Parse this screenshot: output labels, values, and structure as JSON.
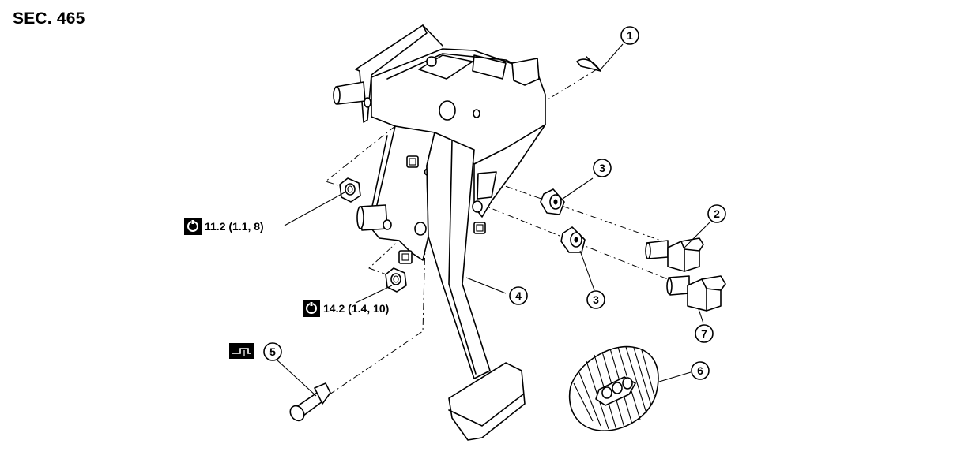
{
  "section_label": "SEC. 465",
  "callouts": [
    "1",
    "2",
    "3",
    "3",
    "4",
    "5",
    "6",
    "7"
  ],
  "torque_specs": [
    {
      "text": "11.2 (1.1, 8)",
      "icon": "wrench-torque-icon"
    },
    {
      "text": "14.2 (1.4, 10)",
      "icon": "wrench-torque-icon"
    }
  ],
  "symbols": {
    "grease_icon": "grease-application-icon"
  }
}
